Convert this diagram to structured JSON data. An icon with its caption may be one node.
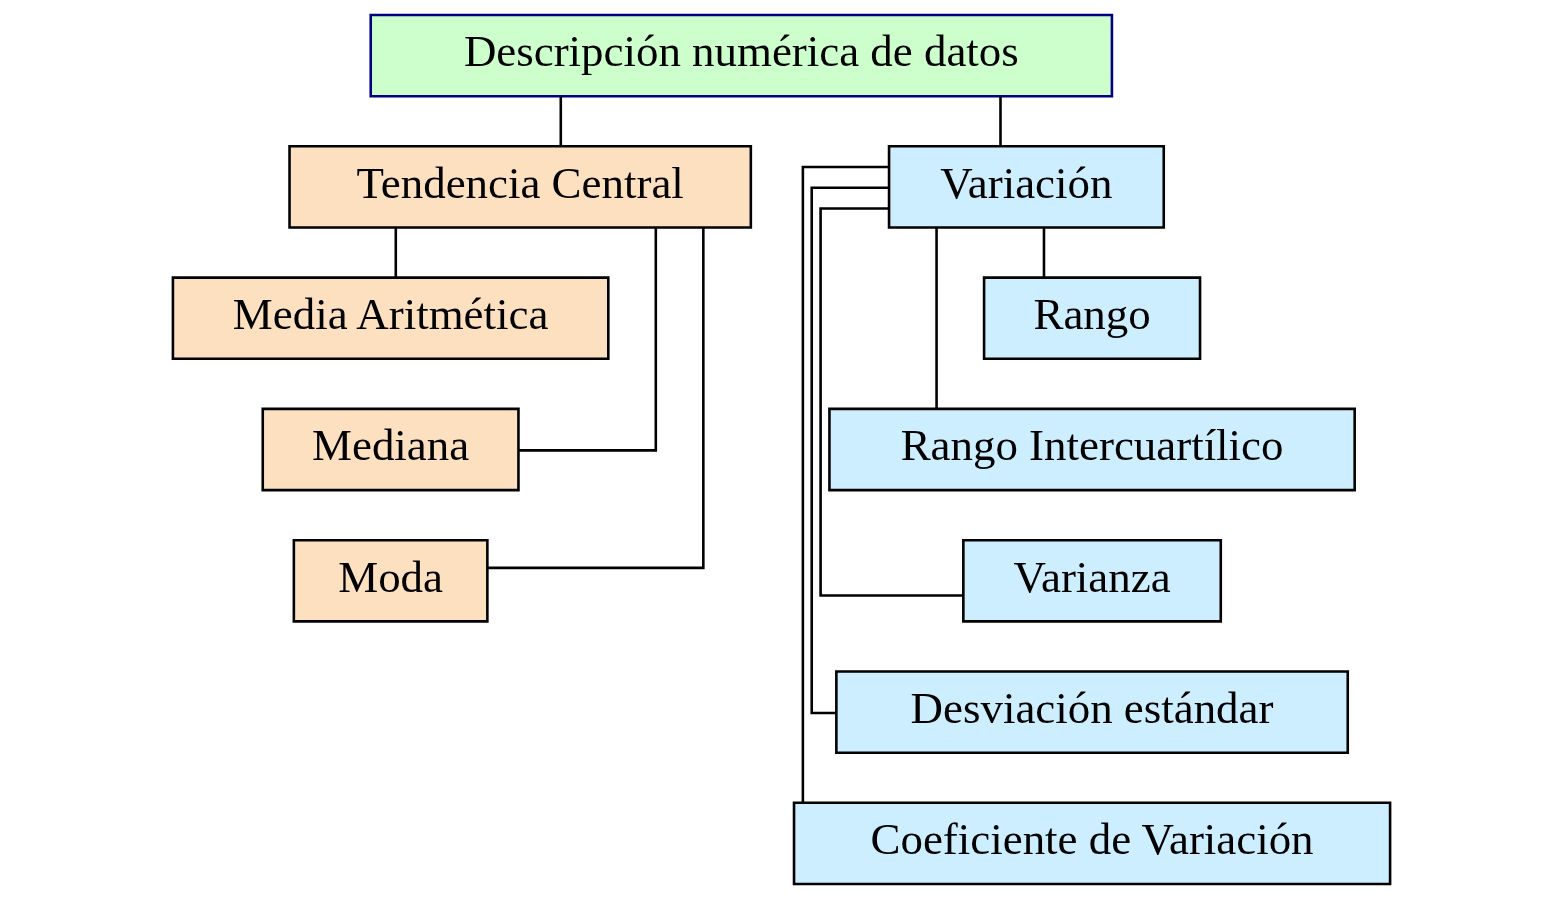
{
  "diagram": {
    "nodes": [
      {
        "text": [
          "Descripción numérica de datos"
        ]
      },
      {
        "text": [
          "Tendencia Central"
        ]
      },
      {
        "text": [
          "Variación"
        ]
      },
      {
        "text": [
          "Media Aritmética"
        ]
      },
      {
        "text": [
          "Mediana"
        ]
      },
      {
        "text": [
          "Moda"
        ]
      },
      {
        "text": [
          "Rango"
        ]
      },
      {
        "text": [
          "Rango Intercuartílico"
        ]
      },
      {
        "text": [
          "Varianza"
        ]
      },
      {
        "text": [
          "Desviación estándar"
        ]
      },
      {
        "text": [
          "Coeficiente de Variación"
        ]
      }
    ],
    "edges": [
      {
        "from": 0,
        "to": 1,
        "arrow": "none"
      },
      {
        "from": 0,
        "to": 2,
        "arrow": "none"
      },
      {
        "from": 1,
        "to": 3,
        "arrow": "none"
      },
      {
        "from": 1,
        "to": 4,
        "arrow": "none"
      },
      {
        "from": 1,
        "to": 5,
        "arrow": "none"
      },
      {
        "from": 2,
        "to": 6,
        "arrow": "none"
      },
      {
        "from": 2,
        "to": 7,
        "arrow": "none"
      },
      {
        "from": 2,
        "to": 8,
        "arrow": "none"
      },
      {
        "from": 2,
        "to": 9,
        "arrow": "none"
      },
      {
        "from": 2,
        "to": 10,
        "arrow": "none"
      }
    ]
  }
}
